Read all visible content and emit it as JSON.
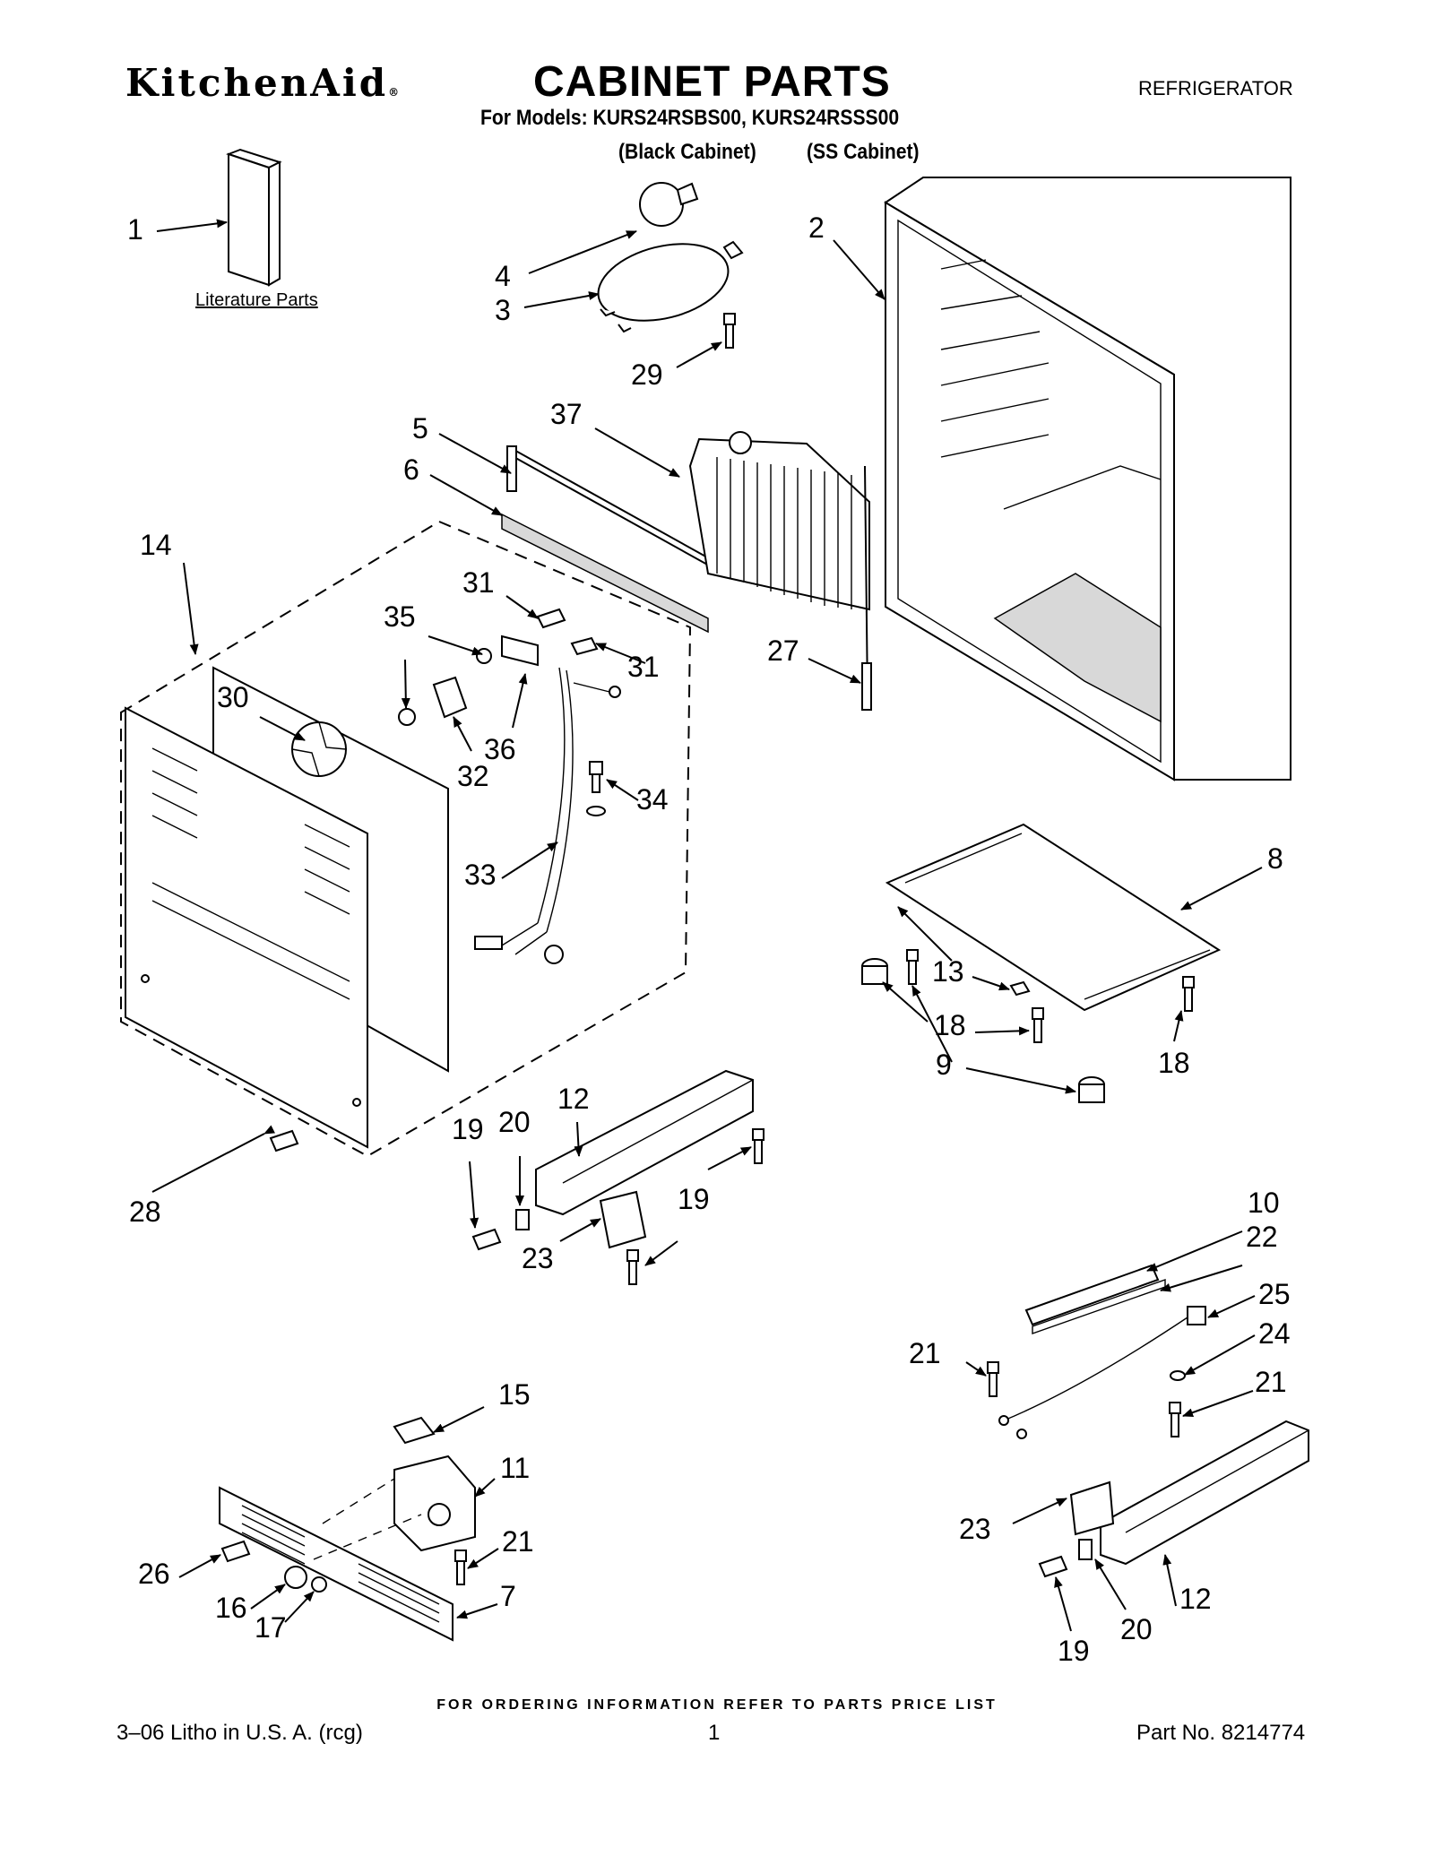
{
  "header": {
    "brand": "KitchenAid",
    "brand_mark": "®",
    "title": "CABINET PARTS",
    "category": "REFRIGERATOR",
    "models_line": "For Models: KURS24RSBS00, KURS24RSSS00",
    "cabinet_black": "(Black Cabinet)",
    "cabinet_ss": "(SS Cabinet)"
  },
  "literature_label": "Literature Parts",
  "callouts": [
    {
      "id": "c1",
      "text": "1"
    },
    {
      "id": "c2",
      "text": "2"
    },
    {
      "id": "c3",
      "text": "3"
    },
    {
      "id": "c4",
      "text": "4"
    },
    {
      "id": "c5",
      "text": "5"
    },
    {
      "id": "c6",
      "text": "6"
    },
    {
      "id": "c7",
      "text": "7"
    },
    {
      "id": "c8",
      "text": "8"
    },
    {
      "id": "c9",
      "text": "9"
    },
    {
      "id": "c10",
      "text": "10"
    },
    {
      "id": "c11",
      "text": "11"
    },
    {
      "id": "c12a",
      "text": "12"
    },
    {
      "id": "c12b",
      "text": "12"
    },
    {
      "id": "c13",
      "text": "13"
    },
    {
      "id": "c14",
      "text": "14"
    },
    {
      "id": "c15",
      "text": "15"
    },
    {
      "id": "c16",
      "text": "16"
    },
    {
      "id": "c17",
      "text": "17"
    },
    {
      "id": "c18a",
      "text": "18"
    },
    {
      "id": "c18b",
      "text": "18"
    },
    {
      "id": "c19a",
      "text": "19"
    },
    {
      "id": "c19b",
      "text": "19"
    },
    {
      "id": "c19c",
      "text": "19"
    },
    {
      "id": "c20a",
      "text": "20"
    },
    {
      "id": "c20b",
      "text": "20"
    },
    {
      "id": "c21a",
      "text": "21"
    },
    {
      "id": "c21b",
      "text": "21"
    },
    {
      "id": "c21c",
      "text": "21"
    },
    {
      "id": "c22",
      "text": "22"
    },
    {
      "id": "c23a",
      "text": "23"
    },
    {
      "id": "c23b",
      "text": "23"
    },
    {
      "id": "c24",
      "text": "24"
    },
    {
      "id": "c25",
      "text": "25"
    },
    {
      "id": "c26",
      "text": "26"
    },
    {
      "id": "c27",
      "text": "27"
    },
    {
      "id": "c28",
      "text": "28"
    },
    {
      "id": "c29",
      "text": "29"
    },
    {
      "id": "c30",
      "text": "30"
    },
    {
      "id": "c31a",
      "text": "31"
    },
    {
      "id": "c31b",
      "text": "31"
    },
    {
      "id": "c32",
      "text": "32"
    },
    {
      "id": "c33",
      "text": "33"
    },
    {
      "id": "c34",
      "text": "34"
    },
    {
      "id": "c35",
      "text": "35"
    },
    {
      "id": "c36",
      "text": "36"
    },
    {
      "id": "c37",
      "text": "37"
    }
  ],
  "footer": {
    "ordering": "FOR ORDERING INFORMATION REFER TO PARTS PRICE LIST",
    "litho": "3–06 Litho in U.S. A. (rcg)",
    "page_number": "1",
    "part_number": "Part No. 8214774"
  }
}
